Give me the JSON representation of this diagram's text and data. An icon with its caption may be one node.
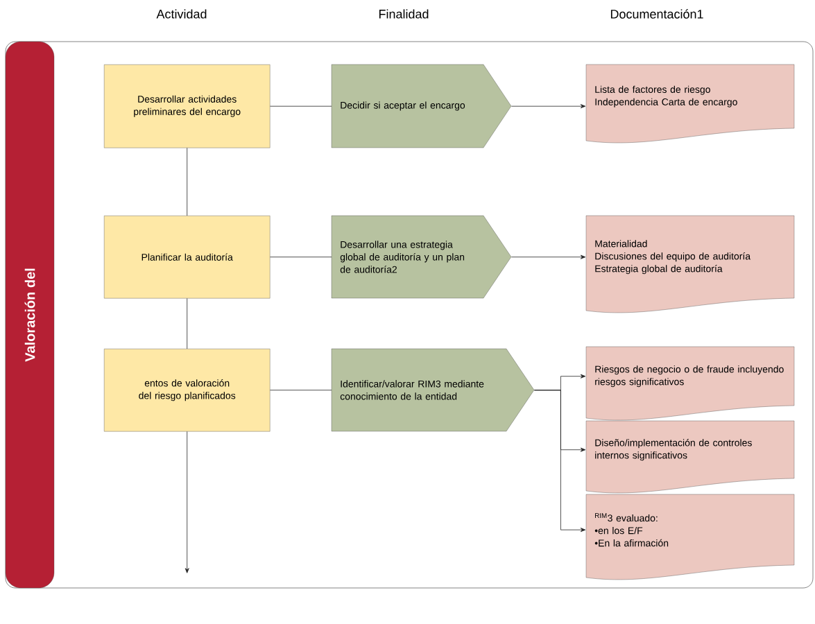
{
  "diagram": {
    "nodes": [
      {
        "text": [
          "Valoración del"
        ]
      },
      {
        "text": [
          "Desarrollar actividades preliminares del encargo"
        ]
      },
      {
        "text": [
          "Decidir si aceptar el encargo"
        ]
      },
      {
        "text": [
          "Lista de factores de riesgo",
          "Independencia Carta de encargo"
        ]
      },
      {
        "text": [
          "Planificar la auditoría"
        ]
      },
      {
        "text": [
          "Desarrollar una estrategia global de auditoría y un plan de auditoría2"
        ]
      },
      {
        "text": [
          "Materialidad",
          "Discusiones del equipo de auditoría Estrategia global de auditoría"
        ]
      },
      {
        "text": [
          "entos de valoración del riesgo planificados"
        ]
      },
      {
        "text": [
          "Identificar/valorar RIM3 mediante conocimiento de la entidad"
        ]
      },
      {
        "text": [
          "Riesgos de negocio o de fraude incluyendo riesgos significativos"
        ]
      },
      {
        "text": [
          "Diseño/implementación de controles internos significativos"
        ]
      },
      {
        "text": [
          "$^{RIM}$3 evaluado:",
          "•en los E/F",
          "•En la afirmación"
        ]
      }
    ],
    "edges": [
      {
        "from": 1,
        "to": 2,
        "arrow": "none"
      },
      {
        "from": 2,
        "to": 3,
        "arrow": "to"
      },
      {
        "from": 4,
        "to": 5,
        "arrow": "none"
      },
      {
        "from": 5,
        "to": 6,
        "arrow": "to"
      },
      {
        "from": 7,
        "to": 8,
        "arrow": "none"
      },
      {
        "from": 8,
        "to": 9,
        "arrow": "to"
      },
      {
        "from": 8,
        "to": 10,
        "arrow": "to"
      },
      {
        "from": 8,
        "to": 11,
        "arrow": "to"
      },
      {
        "from": 1,
        "to": 4,
        "arrow": "none"
      },
      {
        "from": 4,
        "to": 7,
        "arrow": "none"
      },
      {
        "from": 7,
        "to": null,
        "arrow": "to"
      }
    ],
    "labels": [
      "Actividad",
      "Finalidad",
      "Documentación1"
    ]
  }
}
